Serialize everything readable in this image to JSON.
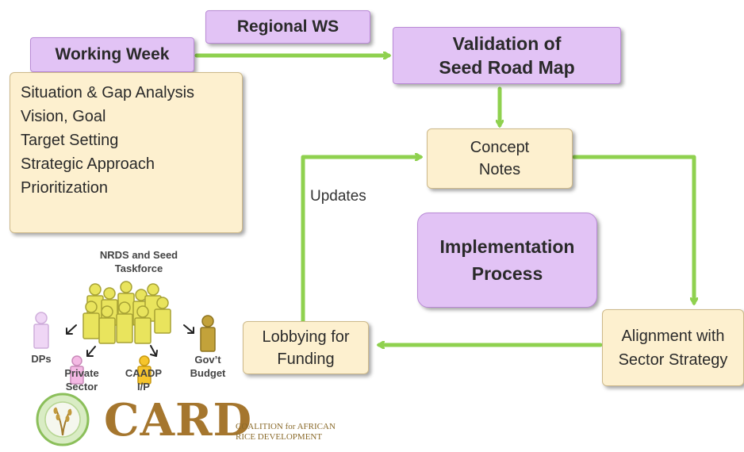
{
  "working_week": {
    "title": "Working Week"
  },
  "regional_ws": "Regional WS",
  "validation": {
    "line1": "Validation of",
    "line2": "Seed Road Map"
  },
  "analysis_list": [
    "Situation & Gap Analysis",
    "Vision, Goal",
    "Target Setting",
    "Strategic Approach",
    "Prioritization"
  ],
  "concept_notes": {
    "line1": "Concept",
    "line2": "Notes"
  },
  "updates_label": "Updates",
  "implementation": {
    "line1": "Implementation",
    "line2": "Process"
  },
  "alignment": {
    "line1": "Alignment with",
    "line2": "Sector Strategy"
  },
  "lobbying": {
    "line1": "Lobbying for",
    "line2": "Funding"
  },
  "stakeholders": {
    "taskforce_line1": "NRDS and Seed",
    "taskforce_line2": "Taskforce",
    "dps": "DPs",
    "private_line1": "Private",
    "private_line2": "Sector",
    "caadp_line1": "CAADP",
    "caadp_line2": "I/P",
    "govt_line1": "Gov’t",
    "govt_line2": "Budget"
  },
  "logo": {
    "name": "CARD",
    "tagline_line1": "COALITION for AFRICAN",
    "tagline_line2": "RICE DEVELOPMENT"
  },
  "colors": {
    "purple_box": "#e2c3f5",
    "cream_box": "#fdf0cf",
    "arrow": "#8fd14f",
    "card_brown": "#a5762e"
  }
}
